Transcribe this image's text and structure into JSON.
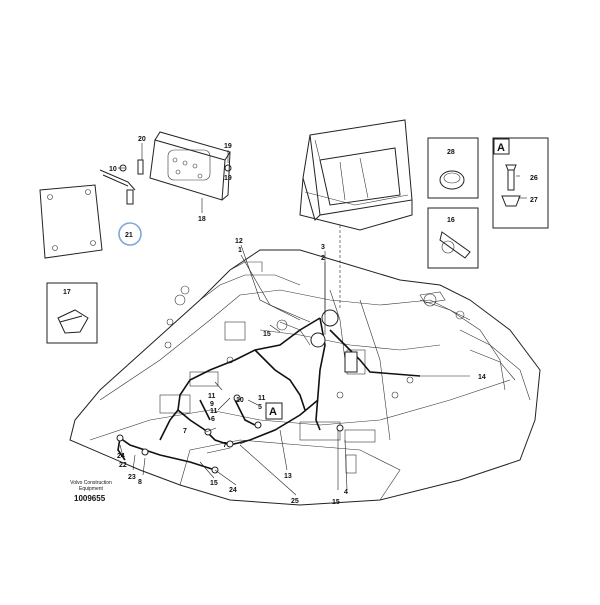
{
  "callouts": {
    "c1": "1",
    "c2": "2",
    "c3": "3",
    "c4": "4",
    "c5": "5",
    "c6": "6",
    "c7": "7",
    "c7b": "7",
    "c8": "8",
    "c9": "9",
    "c10": "10",
    "c11a": "11",
    "c11b": "11",
    "c12": "12",
    "c13": "13",
    "c14": "14",
    "c15a": "15",
    "c15b": "15",
    "c15c": "15",
    "c16": "16",
    "c17": "17",
    "c18": "18",
    "c19": "19",
    "c20": "20",
    "c21": "21",
    "c22": "22",
    "c23": "23",
    "c24": "24",
    "c24b": "24",
    "c25": "25",
    "c26": "26",
    "c27": "27",
    "c28": "28"
  },
  "detail_marker": "A",
  "credit_line_1": "Volvo Construction",
  "credit_line_2": "Equipment",
  "document_number": "1009655",
  "colors": {
    "line": "#222222",
    "highlight_ring": "#7fa7d6"
  }
}
